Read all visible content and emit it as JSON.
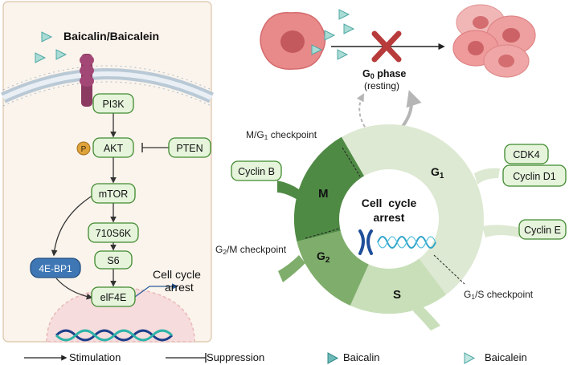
{
  "left_panel": {
    "title": "Baicalin/Baicalein",
    "pathway": {
      "pi3k": "PI3K",
      "akt": "AKT",
      "phospho": "P",
      "pten": "PTEN",
      "mtor": "mTOR",
      "s6k": "710S6K",
      "s6": "S6",
      "ebp1": "4E-BP1",
      "eif4e": "elF4E"
    },
    "outcome_line1": "Cell cycle",
    "outcome_line2": "arrest"
  },
  "right_panel": {
    "g0_label_main": "G",
    "g0_label_sub": "0",
    "g0_label_rest": " phase",
    "g0_resting": "(resting)",
    "center_line1": "Cell  cycle",
    "center_line2": "arrest",
    "phases": {
      "g1_main": "G",
      "g1_sub": "1",
      "s": "S",
      "g2_main": "G",
      "g2_sub": "2",
      "m": "M"
    },
    "checkpoints": {
      "mg1_a": "M/G",
      "mg1_sub": "1",
      "mg1_b": " checkpoint",
      "g2m_a": "G",
      "g2m_sub": "2",
      "g2m_b": "/M checkpoint",
      "g1s_a": "G",
      "g1s_sub": "1",
      "g1s_b": "/S checkpoint"
    },
    "cyclins": {
      "cyclin_b": "Cyclin B",
      "cdk4": "CDK4",
      "cyclin_d1": "Cyclin D1",
      "cyclin_e": "Cyclin E"
    }
  },
  "legend": {
    "stimulation": "Stimulation",
    "suppression": "Suppression",
    "baicalin": "Baicalin",
    "baicalein": "Baicalein"
  },
  "colors": {
    "node_fill": "#e6f4dc",
    "node_stroke": "#3f8a2e",
    "panel_bg": "#fbf4ec",
    "panel_border": "#d9c2a6",
    "m_phase": "#4f8a45",
    "g2_phase": "#7fae6c",
    "s_phase": "#c9dfba",
    "g1_phase": "#dde9d2",
    "ebp1_fill": "#3f77b5",
    "phospho_fill": "#e0a33a",
    "cross": "#b83b3b",
    "triangle_teal": "#4fa7a5",
    "triangle_light": "#a9dcd5"
  }
}
